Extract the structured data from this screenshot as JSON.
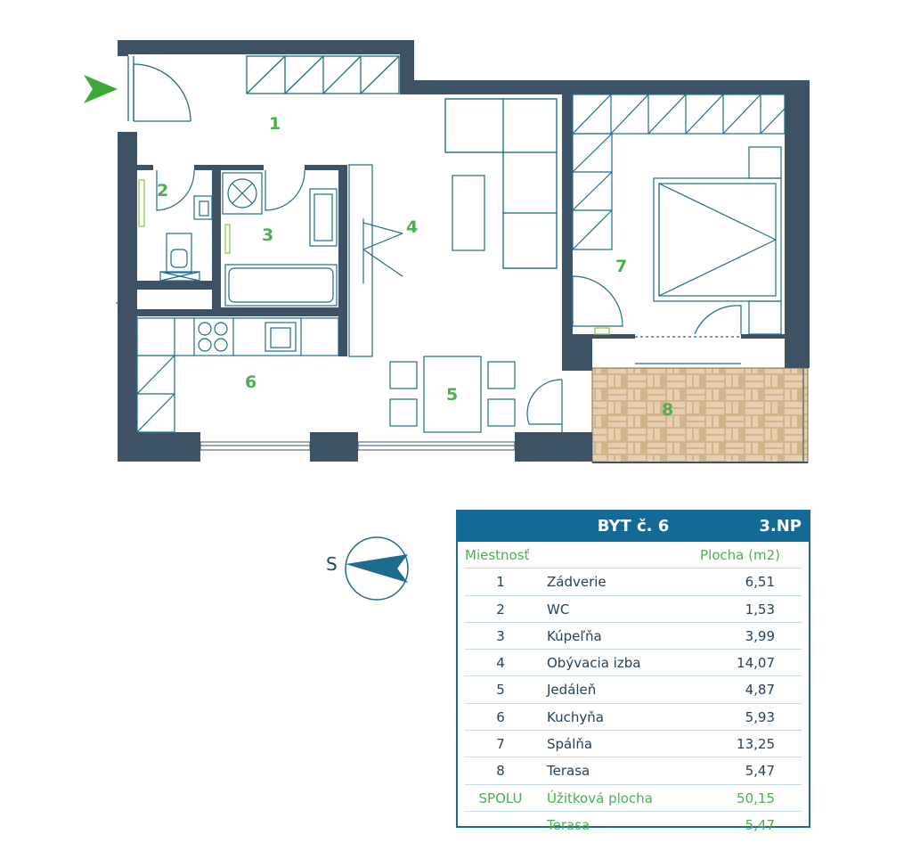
{
  "plan": {
    "rooms": [
      {
        "num": "1"
      },
      {
        "num": "2"
      },
      {
        "num": "3"
      },
      {
        "num": "4"
      },
      {
        "num": "5"
      },
      {
        "num": "6"
      },
      {
        "num": "7"
      },
      {
        "num": "8"
      }
    ],
    "entrance_icon": "entrance-arrow-icon",
    "colors": {
      "wall": "#3d5264",
      "label": "#4caf50",
      "terrace": "#d2b48c",
      "line": "#1f6b8f"
    }
  },
  "compass": {
    "label": "S",
    "icon": "compass-needle-icon"
  },
  "legend": {
    "title": "BYT č. 6",
    "floor": "3.NP",
    "col_room": "Miestnosť",
    "col_area": "Plocha (m2)",
    "rows": [
      {
        "num": "1",
        "name": "Zádverie",
        "area": "6,51"
      },
      {
        "num": "2",
        "name": "WC",
        "area": "1,53"
      },
      {
        "num": "3",
        "name": "Kúpeľňa",
        "area": "3,99"
      },
      {
        "num": "4",
        "name": "Obývacia izba",
        "area": "14,07"
      },
      {
        "num": "5",
        "name": "Jedáleň",
        "area": "4,87"
      },
      {
        "num": "6",
        "name": "Kuchyňa",
        "area": "5,93"
      },
      {
        "num": "7",
        "name": "Spálňa",
        "area": "13,25"
      },
      {
        "num": "8",
        "name": "Terasa",
        "area": "5,47"
      }
    ],
    "total": {
      "label": "SPOLU",
      "name": "Úžitková plocha",
      "area": "50,15"
    },
    "terrace": {
      "name": "Terasa",
      "area": "5,47"
    }
  }
}
